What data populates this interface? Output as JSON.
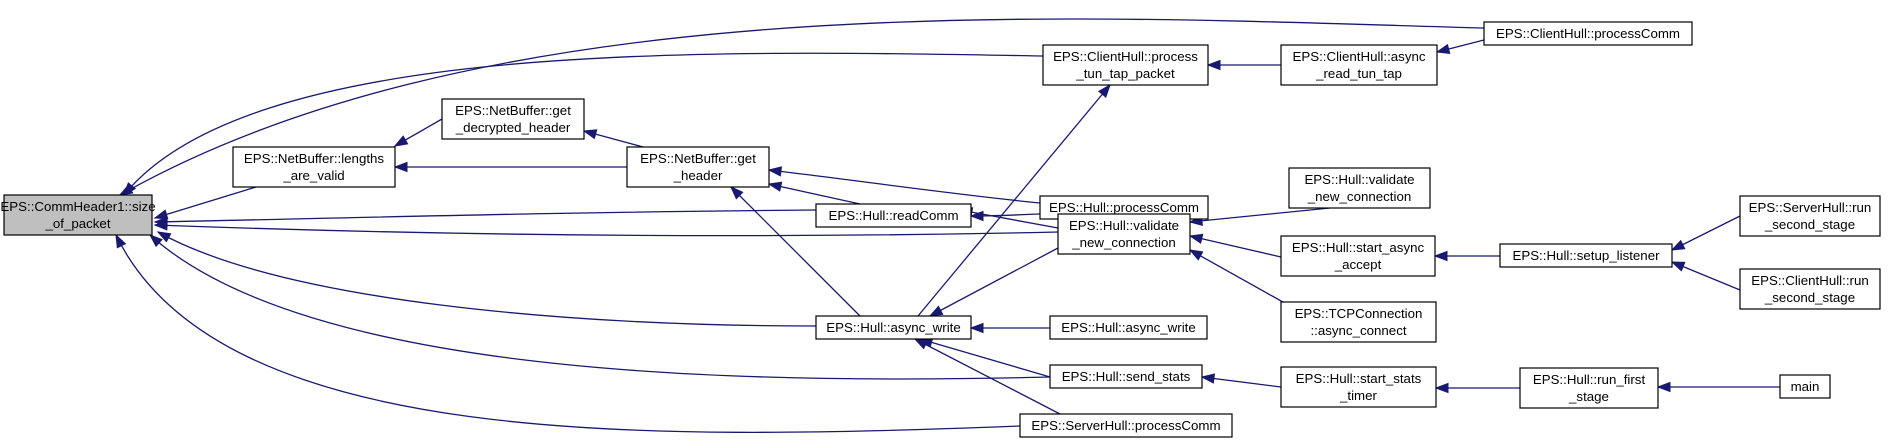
{
  "diagram": {
    "type": "caller-graph",
    "colors": {
      "edge": "#191970",
      "root_fill": "#bfbfbf",
      "node_fill": "#ffffff",
      "node_border": "#000000"
    },
    "nodes": [
      {
        "id": "n0",
        "lines": [
          "EPS::CommHeader1::size",
          "_of_packet"
        ],
        "root": true
      },
      {
        "id": "n1",
        "lines": [
          "EPS::NetBuffer::lengths",
          "_are_valid"
        ]
      },
      {
        "id": "n2",
        "lines": [
          "EPS::NetBuffer::get",
          "_decrypted_header"
        ]
      },
      {
        "id": "n3",
        "lines": [
          "EPS::NetBuffer::get",
          "_header"
        ]
      },
      {
        "id": "n4",
        "lines": [
          "EPS::Hull::readComm"
        ]
      },
      {
        "id": "n5",
        "lines": [
          "EPS::Hull::async_write"
        ]
      },
      {
        "id": "n6",
        "lines": [
          "EPS::ClientHull::process",
          "_tun_tap_packet"
        ]
      },
      {
        "id": "n7",
        "lines": [
          "EPS::Hull::processComm"
        ]
      },
      {
        "id": "n8",
        "lines": [
          "EPS::Hull::validate",
          "_new_connection"
        ]
      },
      {
        "id": "n9",
        "lines": [
          "EPS::Hull::async_write"
        ]
      },
      {
        "id": "n10",
        "lines": [
          "EPS::Hull::send_stats"
        ]
      },
      {
        "id": "n11",
        "lines": [
          "EPS::ServerHull::processComm"
        ]
      },
      {
        "id": "n12",
        "lines": [
          "EPS::ClientHull::async",
          "_read_tun_tap"
        ]
      },
      {
        "id": "n13",
        "lines": [
          "EPS::ClientHull::processComm"
        ]
      },
      {
        "id": "n14",
        "lines": [
          "EPS::Hull::validate",
          "_new_connection"
        ]
      },
      {
        "id": "n15",
        "lines": [
          "EPS::Hull::start_async",
          "_accept"
        ]
      },
      {
        "id": "n16",
        "lines": [
          "EPS::TCPConnection",
          "::async_connect"
        ]
      },
      {
        "id": "n17",
        "lines": [
          "EPS::Hull::start_stats",
          "_timer"
        ]
      },
      {
        "id": "n18",
        "lines": [
          "EPS::Hull::setup_listener"
        ]
      },
      {
        "id": "n19",
        "lines": [
          "EPS::ServerHull::run",
          "_second_stage"
        ]
      },
      {
        "id": "n20",
        "lines": [
          "EPS::ClientHull::run",
          "_second_stage"
        ]
      },
      {
        "id": "n21",
        "lines": [
          "EPS::Hull::run_first",
          "_stage"
        ]
      },
      {
        "id": "n22",
        "lines": [
          "main"
        ]
      }
    ],
    "edges": [
      {
        "from": "n13",
        "to": "n0"
      },
      {
        "from": "n6",
        "to": "n0"
      },
      {
        "from": "n1",
        "to": "n0"
      },
      {
        "from": "n4",
        "to": "n0"
      },
      {
        "from": "n8",
        "to": "n0"
      },
      {
        "from": "n5",
        "to": "n0"
      },
      {
        "from": "n10",
        "to": "n0"
      },
      {
        "from": "n11",
        "to": "n0"
      },
      {
        "from": "n2",
        "to": "n1"
      },
      {
        "from": "n3",
        "to": "n1"
      },
      {
        "from": "n3",
        "to": "n2"
      },
      {
        "from": "n4",
        "to": "n3"
      },
      {
        "from": "n7",
        "to": "n3"
      },
      {
        "from": "n5",
        "to": "n3"
      },
      {
        "from": "n12",
        "to": "n6"
      },
      {
        "from": "n13",
        "to": "n12"
      },
      {
        "from": "n5",
        "to": "n6"
      },
      {
        "from": "n7",
        "to": "n4"
      },
      {
        "from": "n8",
        "to": "n4"
      },
      {
        "from": "n14",
        "to": "n8"
      },
      {
        "from": "n15",
        "to": "n8"
      },
      {
        "from": "n16",
        "to": "n8"
      },
      {
        "from": "n18",
        "to": "n15"
      },
      {
        "from": "n19",
        "to": "n18"
      },
      {
        "from": "n20",
        "to": "n18"
      },
      {
        "from": "n8",
        "to": "n5"
      },
      {
        "from": "n9",
        "to": "n5"
      },
      {
        "from": "n10",
        "to": "n5"
      },
      {
        "from": "n11",
        "to": "n5"
      },
      {
        "from": "n17",
        "to": "n10"
      },
      {
        "from": "n21",
        "to": "n17"
      },
      {
        "from": "n22",
        "to": "n21"
      }
    ]
  }
}
